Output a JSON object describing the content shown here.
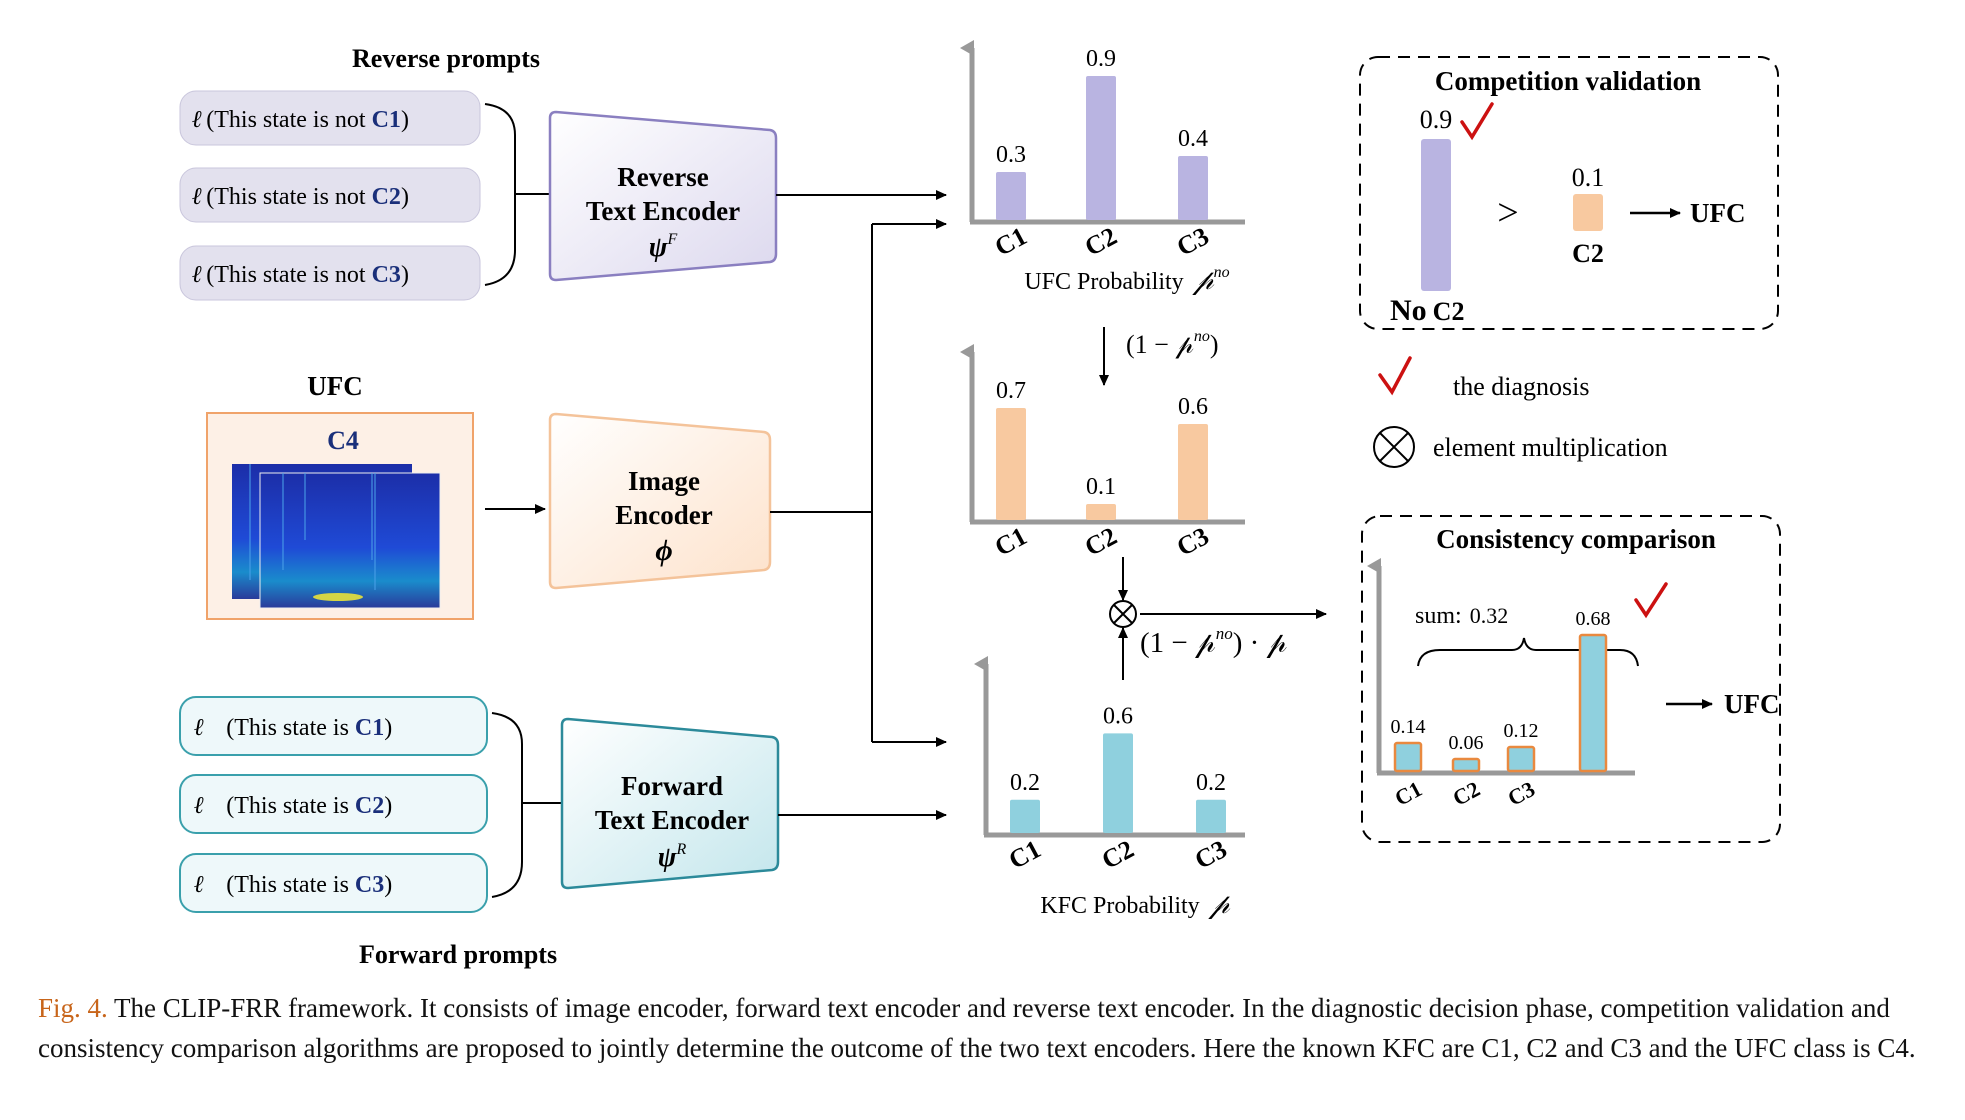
{
  "colors": {
    "purple": "#b9b4e1",
    "orange": "#f8c9a0",
    "blue": "#8fd0de",
    "axis": "#999999",
    "check": "#cc1111",
    "caption_label": "#c8651a",
    "class_label": "#1a2f7a"
  },
  "reverse_prompts": {
    "title": "Reverse  prompts",
    "items": [
      {
        "icon": "ℓ",
        "text": "(This state is not ",
        "cls": "C1",
        "close": ")"
      },
      {
        "icon": "ℓ",
        "text": "(This state is not ",
        "cls": "C2",
        "close": ")"
      },
      {
        "icon": "ℓ",
        "text": "(This state is not ",
        "cls": "C3",
        "close": ")"
      }
    ]
  },
  "forward_prompts": {
    "title": "Forward  prompts",
    "items": [
      {
        "icon": "ℓ",
        "text": "(This state is ",
        "cls": "C1",
        "close": ")"
      },
      {
        "icon": "ℓ",
        "text": "(This state is ",
        "cls": "C2",
        "close": ")"
      },
      {
        "icon": "ℓ",
        "text": "(This state is ",
        "cls": "C3",
        "close": ")"
      }
    ]
  },
  "reverse_encoder": {
    "line1": "Reverse",
    "line2": "Text Encoder",
    "symbol": "ψ",
    "sup": "F"
  },
  "image_encoder": {
    "line1": "Image",
    "line2": "Encoder",
    "symbol": "ϕ"
  },
  "forward_encoder": {
    "line1": "Forward",
    "line2": "Text Encoder",
    "symbol": "ψ",
    "sup": "R"
  },
  "ufc_input": {
    "title": "UFC",
    "label": "C4"
  },
  "chart_data": [
    {
      "type": "bar",
      "categories": [
        "C1",
        "C2",
        "C3"
      ],
      "values": [
        0.3,
        0.9,
        0.4
      ],
      "labels": [
        "0.3",
        "0.9",
        "0.4"
      ],
      "xlabel": "UFC Probability",
      "xlabel_symbol": "𝓅",
      "xlabel_sup": "no",
      "ylim": [
        0,
        1.0
      ]
    },
    {
      "type": "bar",
      "categories": [
        "C1",
        "C2",
        "C3"
      ],
      "values": [
        0.7,
        0.1,
        0.6
      ],
      "labels": [
        "0.7",
        "0.1",
        "0.6"
      ],
      "ylim": [
        0,
        1.0
      ]
    },
    {
      "type": "bar",
      "categories": [
        "C1",
        "C2",
        "C3"
      ],
      "values": [
        0.2,
        0.6,
        0.2
      ],
      "labels": [
        "0.2",
        "0.6",
        "0.2"
      ],
      "xlabel": "KFC Probability",
      "xlabel_symbol": "𝓅",
      "ylim": [
        0,
        1.0
      ]
    },
    {
      "type": "bar",
      "title": "Consistency comparison",
      "categories": [
        "C1",
        "C2",
        "C3",
        ""
      ],
      "values": [
        0.14,
        0.06,
        0.12,
        0.68
      ],
      "labels": [
        "0.14",
        "0.06",
        "0.12",
        "0.68"
      ],
      "sum_label": "sum:",
      "sum_value": "0.32",
      "ylim": [
        0,
        0.8
      ]
    }
  ],
  "ops": {
    "one_minus": "(1 − 𝓅",
    "one_minus_sup": "no",
    "one_minus_close": ")",
    "product": "(1 − 𝓅",
    "product_sup": "no",
    "product_close": ") · 𝓅",
    "otimes": "⊗"
  },
  "competition": {
    "title": "Competition validation",
    "big_value": "0.9",
    "big_label_bold": "No",
    "big_label_cls": "C2",
    "gt": ">",
    "small_value": "0.1",
    "small_label": "C2",
    "result": "UFC"
  },
  "legend": {
    "check_text": "the diagnosis",
    "otimes_text": "element multiplication"
  },
  "consistency_result": "UFC",
  "caption": {
    "label": "Fig. 4.",
    "text": " The CLIP-FRR framework. It consists of image encoder, forward text encoder and reverse text encoder. In the diagnostic decision phase, competition validation and consistency comparison algorithms are proposed to jointly determine the outcome of the two text encoders. Here the known KFC are C1, C2 and C3 and the UFC class is C4."
  }
}
